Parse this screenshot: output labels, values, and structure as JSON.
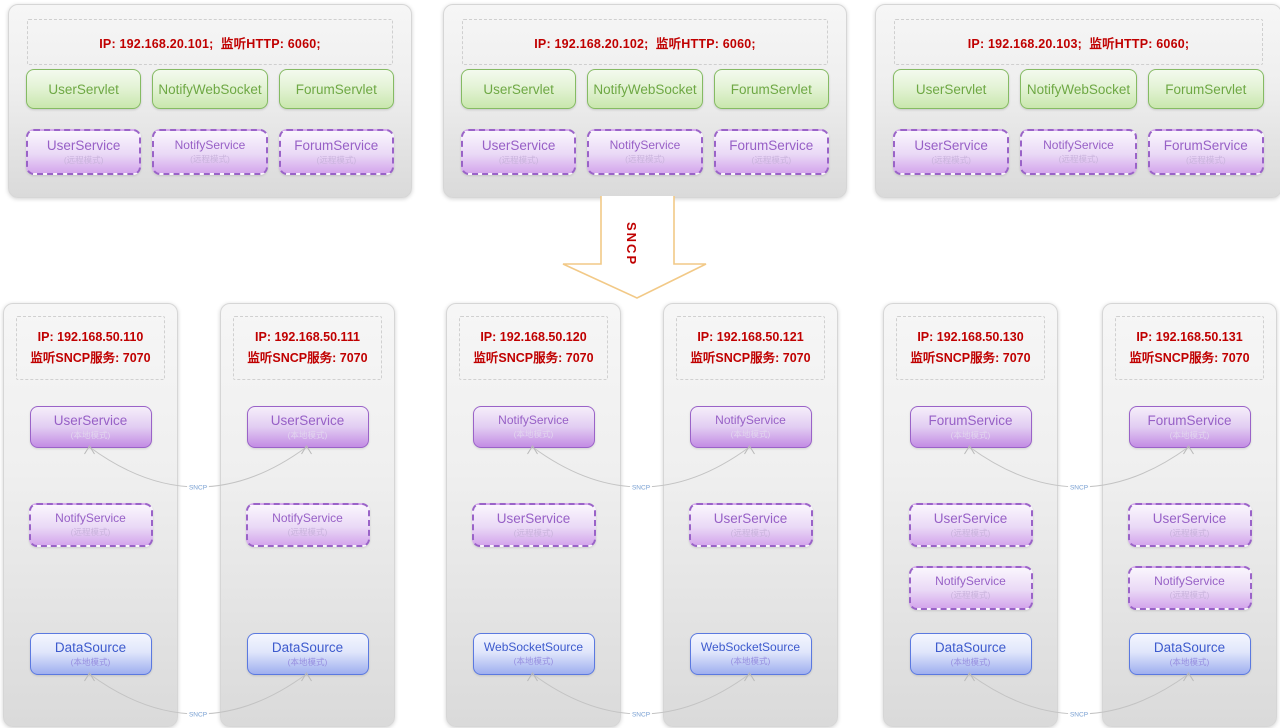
{
  "colors": {
    "red_text": "#c00000",
    "green_border": "#85bb63",
    "green_text": "#6ea844",
    "purple_border": "#9a63c8",
    "purple_text": "#9760c6",
    "blue_border": "#5b79e0",
    "blue_text": "#3d5acd",
    "arrow_outline": "#f2c987",
    "connector_line": "#c3c3c3",
    "connector_label_color": "#7ba2d4"
  },
  "top_panels": [
    {
      "id": "node-101",
      "header": "IP: 192.168.20.101;  监听HTTP: 6060;",
      "servlets": [
        "UserServlet",
        "NotifyWebSocket",
        "ForumServlet"
      ],
      "services": [
        {
          "name": "UserService",
          "mode": "(远程模式)",
          "variant": "purple-dashed"
        },
        {
          "name": "NotifyService",
          "mode": "(远程模式)",
          "variant": "purple-dashed"
        },
        {
          "name": "ForumService",
          "mode": "(远程模式)",
          "variant": "purple-dashed"
        }
      ]
    },
    {
      "id": "node-102",
      "header": "IP: 192.168.20.102;  监听HTTP: 6060;",
      "servlets": [
        "UserServlet",
        "NotifyWebSocket",
        "ForumServlet"
      ],
      "services": [
        {
          "name": "UserService",
          "mode": "(远程模式)",
          "variant": "purple-dashed"
        },
        {
          "name": "NotifyService",
          "mode": "(远程模式)",
          "variant": "purple-dashed"
        },
        {
          "name": "ForumService",
          "mode": "(远程模式)",
          "variant": "purple-dashed"
        }
      ]
    },
    {
      "id": "node-103",
      "header": "IP: 192.168.20.103;  监听HTTP: 6060;",
      "servlets": [
        "UserServlet",
        "NotifyWebSocket",
        "ForumServlet"
      ],
      "services": [
        {
          "name": "UserService",
          "mode": "(远程模式)",
          "variant": "purple-dashed"
        },
        {
          "name": "NotifyService",
          "mode": "(远程模式)",
          "variant": "purple-dashed"
        },
        {
          "name": "ForumService",
          "mode": "(远程模式)",
          "variant": "purple-dashed"
        }
      ]
    }
  ],
  "sncp_arrow": {
    "label": "SNCP"
  },
  "connector_label": "SNCP",
  "bottom_panels": [
    {
      "id": "node-110",
      "header_line1": "IP: 192.168.50.110",
      "header_line2": "监听SNCP服务: 7070",
      "services": [
        {
          "name": "UserService",
          "mode": "(本地模式)",
          "variant": "purple-solid",
          "row": 1
        },
        {
          "name": "NotifyService",
          "mode": "(远程模式)",
          "variant": "purple-dashed",
          "row": 2
        },
        {
          "name": "DataSource",
          "mode": "(本地模式)",
          "variant": "blue-solid",
          "row": 4
        }
      ]
    },
    {
      "id": "node-111",
      "header_line1": "IP: 192.168.50.111",
      "header_line2": "监听SNCP服务: 7070",
      "services": [
        {
          "name": "UserService",
          "mode": "(本地模式)",
          "variant": "purple-solid",
          "row": 1
        },
        {
          "name": "NotifyService",
          "mode": "(远程模式)",
          "variant": "purple-dashed",
          "row": 2
        },
        {
          "name": "DataSource",
          "mode": "(本地模式)",
          "variant": "blue-solid",
          "row": 4
        }
      ]
    },
    {
      "id": "node-120",
      "header_line1": "IP: 192.168.50.120",
      "header_line2": "监听SNCP服务: 7070",
      "services": [
        {
          "name": "NotifyService",
          "mode": "(本地模式)",
          "variant": "purple-solid",
          "row": 1
        },
        {
          "name": "UserService",
          "mode": "(远程模式)",
          "variant": "purple-dashed",
          "row": 2
        },
        {
          "name": "WebSocketSource",
          "mode": "(本地模式)",
          "variant": "blue-solid",
          "row": 4
        }
      ]
    },
    {
      "id": "node-121",
      "header_line1": "IP: 192.168.50.121",
      "header_line2": "监听SNCP服务: 7070",
      "services": [
        {
          "name": "NotifyService",
          "mode": "(本地模式)",
          "variant": "purple-solid",
          "row": 1
        },
        {
          "name": "UserService",
          "mode": "(远程模式)",
          "variant": "purple-dashed",
          "row": 2
        },
        {
          "name": "WebSocketSource",
          "mode": "(本地模式)",
          "variant": "blue-solid",
          "row": 4
        }
      ]
    },
    {
      "id": "node-130",
      "header_line1": "IP: 192.168.50.130",
      "header_line2": "监听SNCP服务: 7070",
      "services": [
        {
          "name": "ForumService",
          "mode": "(本地模式)",
          "variant": "purple-solid",
          "row": 1
        },
        {
          "name": "UserService",
          "mode": "(远程模式)",
          "variant": "purple-dashed",
          "row": 2
        },
        {
          "name": "NotifyService",
          "mode": "(远程模式)",
          "variant": "purple-dashed",
          "row": 3
        },
        {
          "name": "DataSource",
          "mode": "(本地模式)",
          "variant": "blue-solid",
          "row": 4
        }
      ]
    },
    {
      "id": "node-131",
      "header_line1": "IP: 192.168.50.131",
      "header_line2": "监听SNCP服务: 7070",
      "services": [
        {
          "name": "ForumService",
          "mode": "(本地模式)",
          "variant": "purple-solid",
          "row": 1
        },
        {
          "name": "UserService",
          "mode": "(远程模式)",
          "variant": "purple-dashed",
          "row": 2
        },
        {
          "name": "NotifyService",
          "mode": "(远程模式)",
          "variant": "purple-dashed",
          "row": 3
        },
        {
          "name": "DataSource",
          "mode": "(本地模式)",
          "variant": "blue-solid",
          "row": 4
        }
      ]
    }
  ]
}
